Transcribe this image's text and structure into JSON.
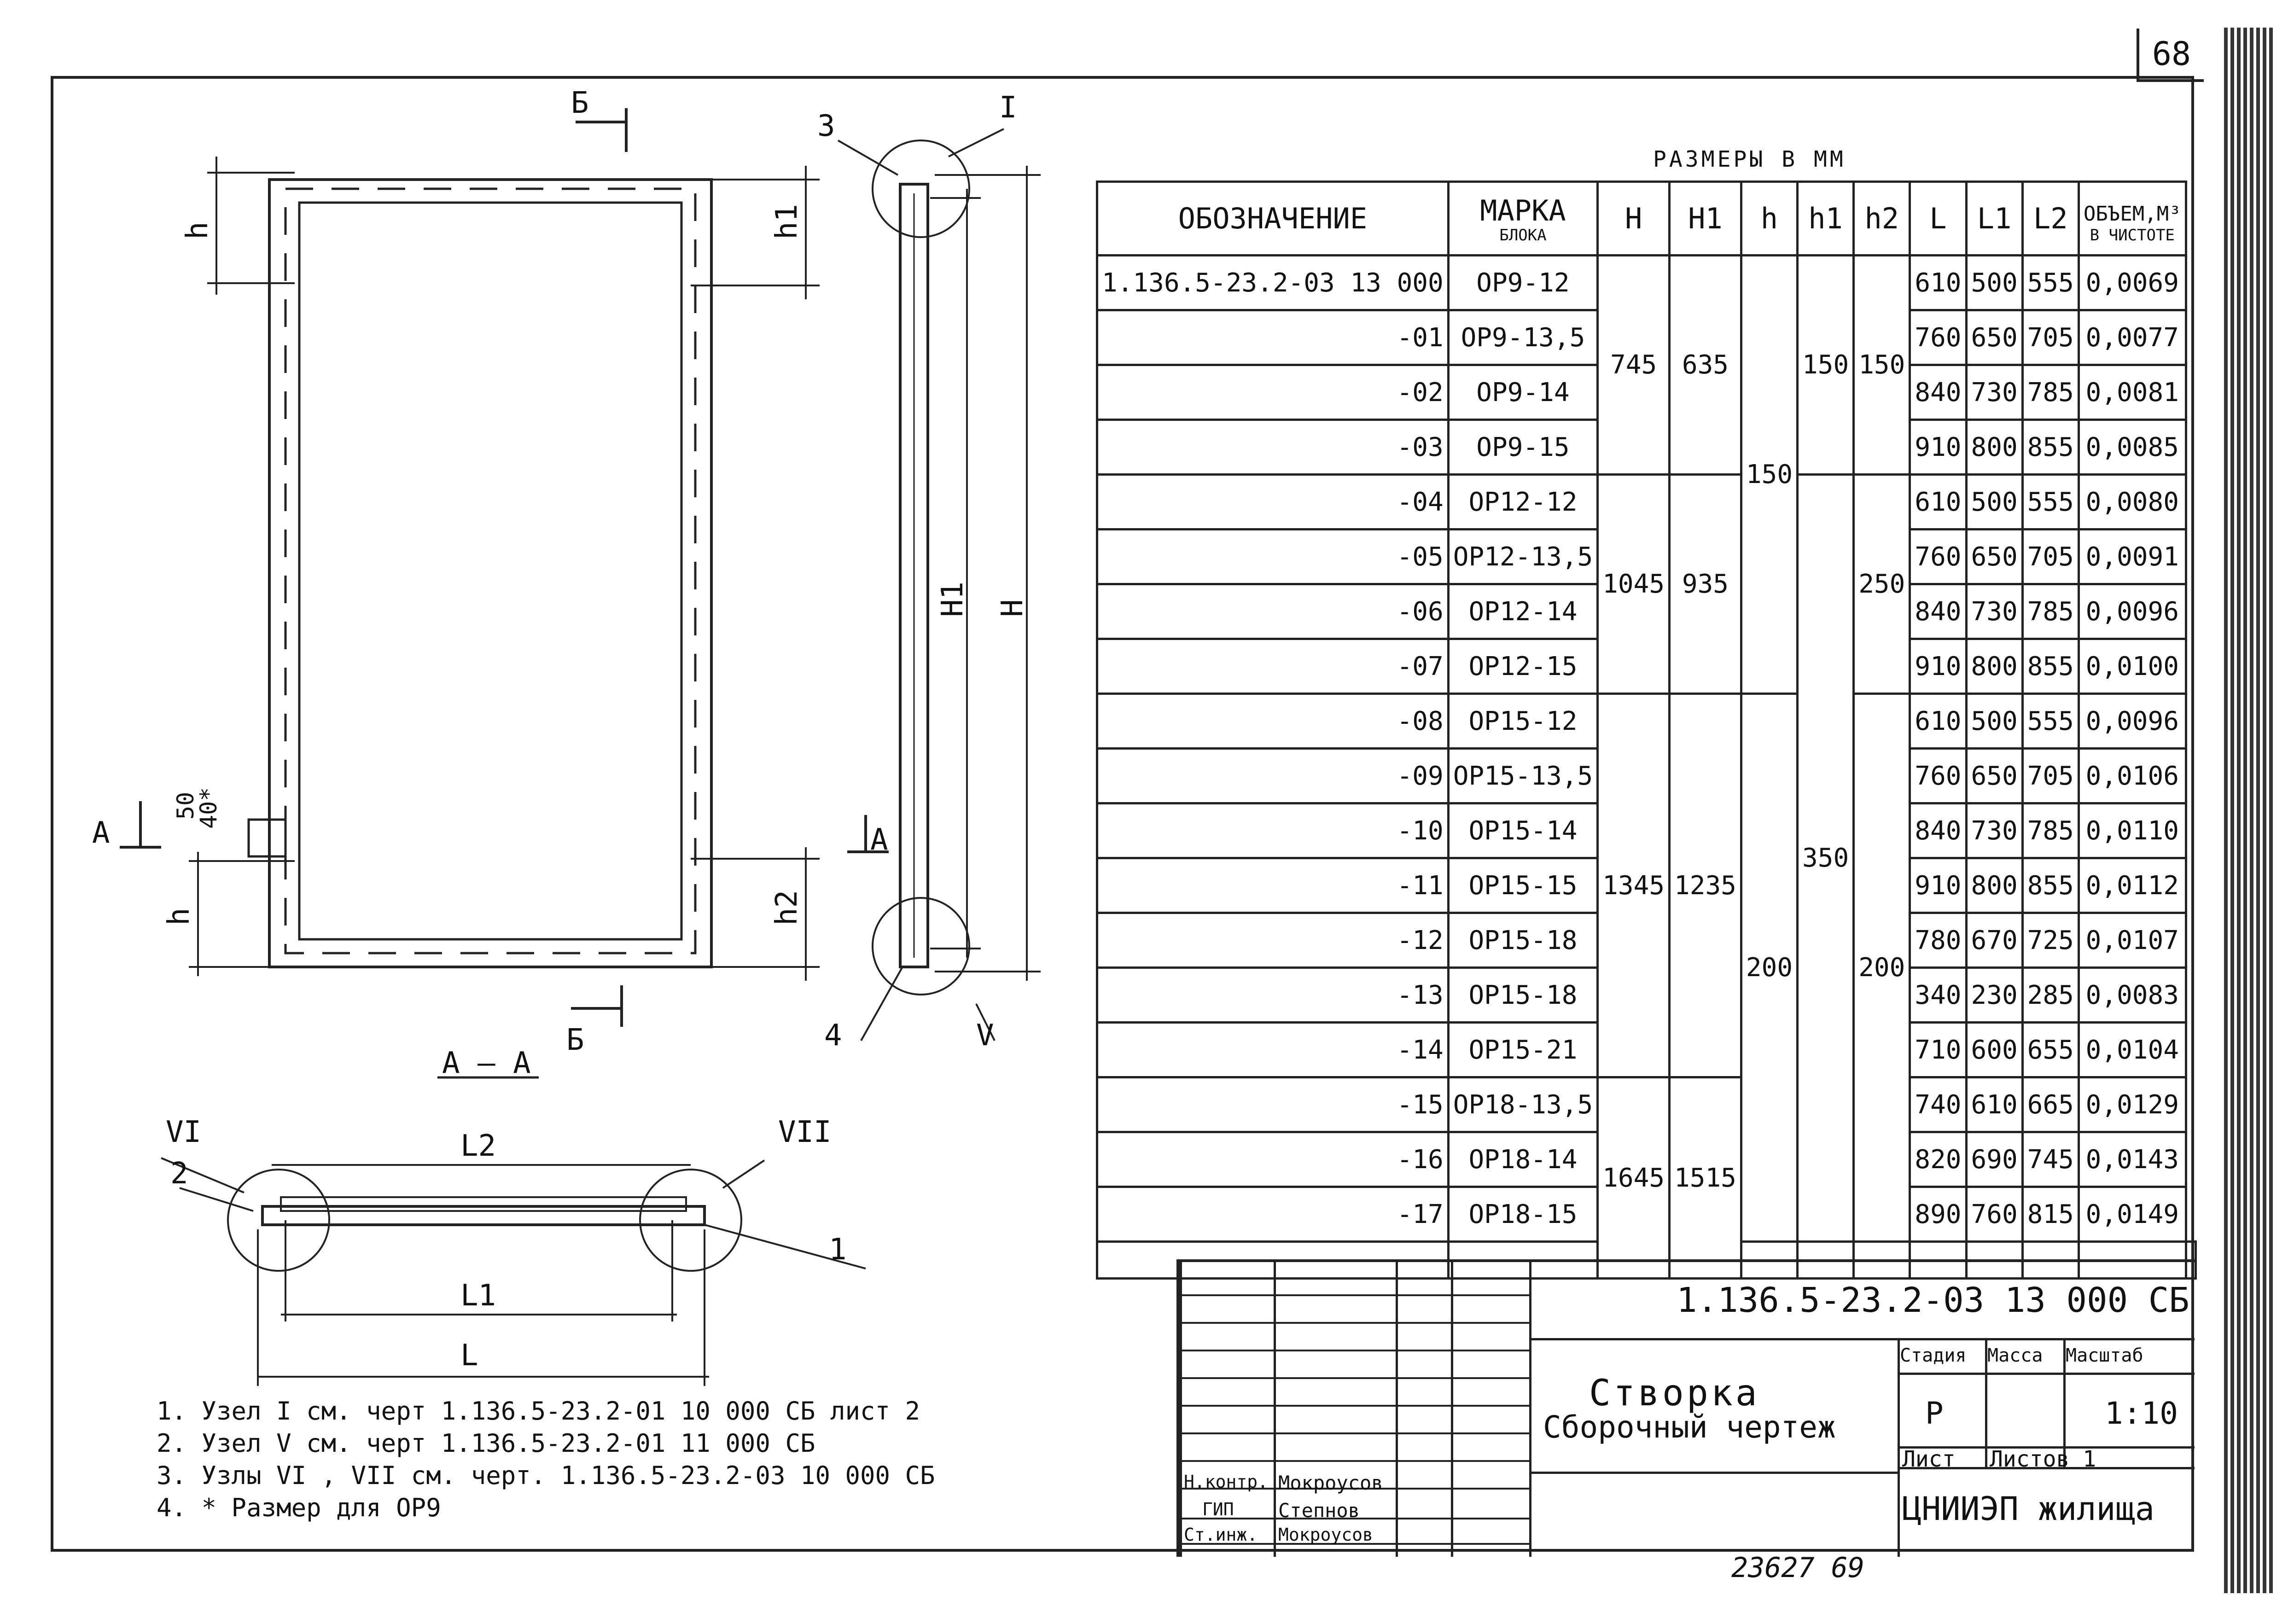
{
  "sheet_number": "68",
  "units_title": "РАЗМЕРЫ В ММ",
  "drawing_labels": {
    "section_b_top": "Б",
    "section_b_bottom": "Б",
    "section_a_left": "А",
    "section_a_right": "А",
    "dim_h_top": "h",
    "dim_h1": "h1",
    "dim_h_bottom": "h",
    "dim_h2": "h2",
    "dim_50": "50",
    "dim_40": "40*",
    "dim_H1": "H1",
    "dim_H": "H",
    "node_3": "3",
    "node_I": "I",
    "node_4": "4",
    "node_V": "V",
    "section_title": "А – А",
    "node_VI": "VI",
    "node_VII": "VII",
    "node_2": "2",
    "node_1": "1",
    "dim_L2": "L2",
    "dim_L1": "L1",
    "dim_L": "L"
  },
  "table": {
    "headers": {
      "designation": "ОБОЗНАЧЕНИЕ",
      "mark": "МАРКА",
      "mark_sub": "БЛОКА",
      "H": "H",
      "H1": "H1",
      "h": "h",
      "h1": "h1",
      "h2": "h2",
      "L": "L",
      "L1": "L1",
      "L2": "L2",
      "volume": "ОБЪЕМ,М³",
      "volume_sub": "В ЧИСТОТЕ"
    },
    "rows": [
      {
        "des": "1.136.5-23.2-03 13 000",
        "mark": "ОР9-12",
        "L": "610",
        "L1": "500",
        "L2": "555",
        "V": "0,0069"
      },
      {
        "des": "-01",
        "mark": "ОР9-13,5",
        "L": "760",
        "L1": "650",
        "L2": "705",
        "V": "0,0077"
      },
      {
        "des": "-02",
        "mark": "ОР9-14",
        "L": "840",
        "L1": "730",
        "L2": "785",
        "V": "0,0081"
      },
      {
        "des": "-03",
        "mark": "ОР9-15",
        "L": "910",
        "L1": "800",
        "L2": "855",
        "V": "0,0085"
      },
      {
        "des": "-04",
        "mark": "ОР12-12",
        "L": "610",
        "L1": "500",
        "L2": "555",
        "V": "0,0080"
      },
      {
        "des": "-05",
        "mark": "ОР12-13,5",
        "L": "760",
        "L1": "650",
        "L2": "705",
        "V": "0,0091"
      },
      {
        "des": "-06",
        "mark": "ОР12-14",
        "L": "840",
        "L1": "730",
        "L2": "785",
        "V": "0,0096"
      },
      {
        "des": "-07",
        "mark": "ОР12-15",
        "L": "910",
        "L1": "800",
        "L2": "855",
        "V": "0,0100"
      },
      {
        "des": "-08",
        "mark": "ОР15-12",
        "L": "610",
        "L1": "500",
        "L2": "555",
        "V": "0,0096"
      },
      {
        "des": "-09",
        "mark": "ОР15-13,5",
        "L": "760",
        "L1": "650",
        "L2": "705",
        "V": "0,0106"
      },
      {
        "des": "-10",
        "mark": "ОР15-14",
        "L": "840",
        "L1": "730",
        "L2": "785",
        "V": "0,0110"
      },
      {
        "des": "-11",
        "mark": "ОР15-15",
        "L": "910",
        "L1": "800",
        "L2": "855",
        "V": "0,0112"
      },
      {
        "des": "-12",
        "mark": "ОР15-18",
        "L": "780",
        "L1": "670",
        "L2": "725",
        "V": "0,0107"
      },
      {
        "des": "-13",
        "mark": "ОР15-18",
        "L": "340",
        "L1": "230",
        "L2": "285",
        "V": "0,0083"
      },
      {
        "des": "-14",
        "mark": "ОР15-21",
        "L": "710",
        "L1": "600",
        "L2": "655",
        "V": "0,0104"
      },
      {
        "des": "-15",
        "mark": "ОР18-13,5",
        "L": "740",
        "L1": "610",
        "L2": "665",
        "V": "0,0129"
      },
      {
        "des": "-16",
        "mark": "ОР18-14",
        "L": "820",
        "L1": "690",
        "L2": "745",
        "V": "0,0143"
      },
      {
        "des": "-17",
        "mark": "ОР18-15",
        "L": "890",
        "L1": "760",
        "L2": "815",
        "V": "0,0149"
      }
    ],
    "merged": {
      "H_745": "745",
      "H1_635": "635",
      "H_1045": "1045",
      "H1_935": "935",
      "H_1345": "1345",
      "H1_1235": "1235",
      "H_1645": "1645",
      "H1_1515": "1515",
      "h_150": "150",
      "h_200": "200",
      "h1_150": "150",
      "h1_350": "350",
      "h2_150": "150",
      "h2_250": "250",
      "h2_200": "200"
    }
  },
  "title_block": {
    "doc_code": "1.136.5-23.2-03 13 000 СБ",
    "title_line1": "Створка",
    "title_line2": "Сборочный чертеж",
    "stage_label": "Стадия",
    "mass_label": "Масса",
    "scale_label": "Масштаб",
    "stage_value": "Р",
    "scale_value": "1:10",
    "sheet_label": "Лист",
    "sheets_label": "Листов 1",
    "org": "ЦНИИЭП жилища",
    "role1": "Н.контр.",
    "name1": "Мокроусов",
    "role2": "ГИП",
    "name2": "Степнов",
    "role3": "Ст.инж.",
    "name3": "Мокроусов"
  },
  "notes": [
    "1. Узел I см. черт 1.136.5-23.2-01 10 000 СБ лист 2",
    "2. Узел V см. черт 1.136.5-23.2-01 11 000 СБ",
    "3. Узлы VI , VII см. черт. 1.136.5-23.2-03 10 000 СБ",
    "4. * Размер для ОР9"
  ],
  "bottom_number": "23627 69"
}
